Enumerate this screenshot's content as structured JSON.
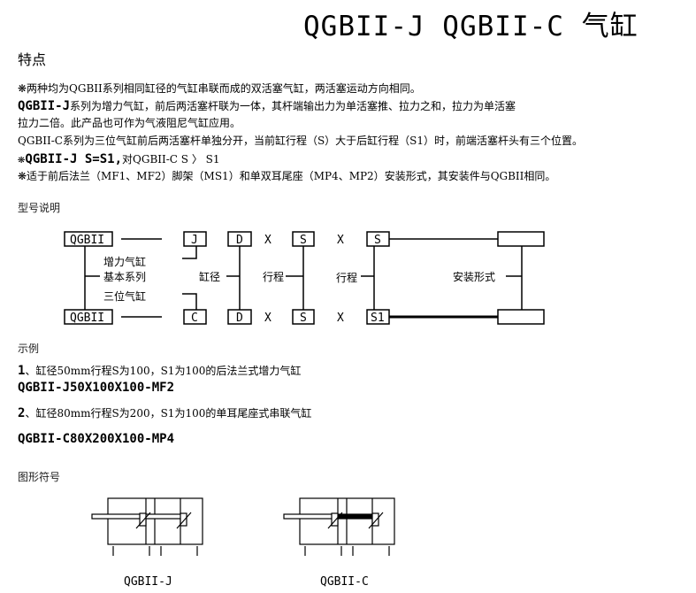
{
  "title": "QGBII-J QGBII-C 气缸",
  "features": {
    "heading": "特点",
    "lines": [
      "❋两种均为QGBII系列相同缸径的气缸串联而成的双活塞气缸，两活塞运动方向相同。",
      "QGBII-J",
      "系列为增力气缸，前后两活塞杆联为一体，其杆端输出力为单活塞推、拉力之和，拉力为单活塞",
      "拉力二倍。此产品也可作为气液阻尼气缸应用。",
      "QGBII-C系列为三位气缸前后两活塞杆单独分开，当前缸行程（S）大于后缸行程（S1）时，前端活塞杆头有三个位置。",
      "❋QGBII-J S=S1,",
      "对QGBII-C  S 〉 S1",
      "❋适于前后法兰（MF1、MF2）脚架（MS1）和单双耳尾座（MP4、MP2）安装形式，其安装件与QGBII相同。"
    ]
  },
  "model": {
    "heading": "型号说明",
    "top": [
      "QGBII",
      "J",
      "D",
      "X",
      "S",
      "X",
      "S"
    ],
    "bottom": [
      "QGBII",
      "C",
      "D",
      "X",
      "S",
      "X",
      "S1"
    ],
    "labels": {
      "boost": "增力气缸",
      "basic": "基本系列",
      "three": "三位气缸",
      "bore": "缸径",
      "stroke1": "行程",
      "stroke2": "行程",
      "mount": "安装形式"
    }
  },
  "examples": {
    "heading": "示例",
    "items": [
      {
        "num": "1",
        "desc": "、缸径50mm行程S为100，S1为100的后法兰式增力气缸",
        "code": "QGBII-J50X100X100-MF2"
      },
      {
        "num": "2",
        "desc": "、缸径80mm行程S为200，S1为100的单耳尾座式串联气缸",
        "code": "QGBII-C80X200X100-MP4"
      }
    ]
  },
  "symbols": {
    "heading": "图形符号",
    "labels": [
      "QGBII-J",
      "QGBII-C"
    ]
  }
}
